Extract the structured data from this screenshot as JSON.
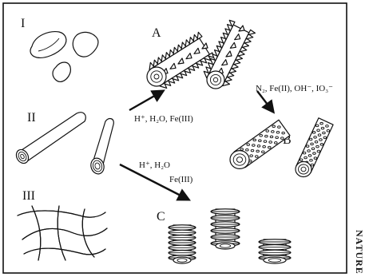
{
  "labels": {
    "panel_i": "I",
    "panel_ii": "II",
    "panel_iii": "III",
    "product_a": "A",
    "product_b": "B",
    "product_c": "C"
  },
  "conditions": {
    "to_a": "H⁺, H₂O, Fe(III)",
    "to_b": "N₂, Fe(II), OH⁻, IO₃⁻",
    "to_c_line1": "H⁺, H₂O",
    "to_c_line2": "Fe(III)"
  },
  "watermark": "NATURE",
  "colors": {
    "ink": "#111111",
    "background": "#ffffff"
  }
}
